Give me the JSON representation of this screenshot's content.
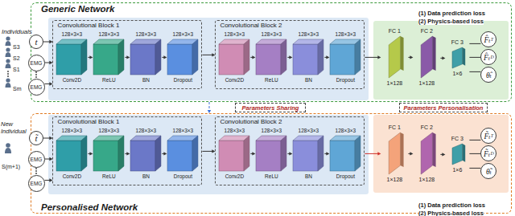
{
  "diagram": {
    "nodes": [
      {
        "text": [
          "Generic Network"
        ]
      },
      {
        "text": [
          "t"
        ]
      },
      {
        "text": [
          "EMG"
        ]
      },
      {
        "text": [
          "EMG"
        ]
      },
      {
        "text": [
          "Convolutional Block 1"
        ],
        "in": 0
      },
      {
        "text": [
          "128×3×3",
          "Conv2D"
        ],
        "in": 4
      },
      {
        "text": [
          "128×3×3",
          "ReLU"
        ],
        "in": 4
      },
      {
        "text": [
          "128×3×3",
          "BN"
        ],
        "in": 4
      },
      {
        "text": [
          "128×3×3",
          "Dropout"
        ],
        "in": 4
      },
      {
        "text": [
          "Convolutional Block 2"
        ],
        "in": 0
      },
      {
        "text": [
          "128×3×3",
          "Conv2D"
        ],
        "in": 9
      },
      {
        "text": [
          "128×3×3",
          "ReLU"
        ],
        "in": 9
      },
      {
        "text": [
          "128×3×3",
          "BN"
        ],
        "in": 9
      },
      {
        "text": [
          "128×3×3",
          "Dropout"
        ],
        "in": 9
      },
      {
        "text": [
          "FC 1",
          "1×128"
        ],
        "in": 0
      },
      {
        "text": [
          "FC 2",
          "1×128"
        ],
        "in": 0
      },
      {
        "text": [
          "FC 3",
          "1×6"
        ],
        "in": 0
      },
      {
        "text": [
          "F̂ₜᵀ"
        ],
        "in": 0
      },
      {
        "text": [
          "F̂ₜᴰ"
        ],
        "in": 0
      },
      {
        "text": [
          "θ̂ₜ"
        ],
        "in": 0
      },
      {
        "text": [
          "Parameters Sharing"
        ]
      },
      {
        "text": [
          "Parameters Personalisation"
        ]
      },
      {
        "text": [
          "Personalised Network"
        ]
      },
      {
        "text": [
          "t̃"
        ]
      },
      {
        "text": [
          "EMG"
        ]
      },
      {
        "text": [
          "EMG"
        ]
      },
      {
        "text": [
          "Convolutional Block 1"
        ],
        "in": 22
      },
      {
        "text": [
          "128×3×3",
          "Conv2D"
        ],
        "in": 26
      },
      {
        "text": [
          "128×3×3",
          "ReLU"
        ],
        "in": 26
      },
      {
        "text": [
          "128×3×3",
          "BN"
        ],
        "in": 26
      },
      {
        "text": [
          "128×3×3",
          "Dropout"
        ],
        "in": 26
      },
      {
        "text": [
          "Convolutional Block 2"
        ],
        "in": 22
      },
      {
        "text": [
          "128×3×3",
          "Conv2D"
        ],
        "in": 31
      },
      {
        "text": [
          "128×3×3",
          "ReLU"
        ],
        "in": 31
      },
      {
        "text": [
          "128×3×3",
          "BN"
        ],
        "in": 31
      },
      {
        "text": [
          "128×3×3",
          "Dropout"
        ],
        "in": 31
      },
      {
        "text": [
          "FC 1",
          "1×128"
        ],
        "in": 22
      },
      {
        "text": [
          "FC 2",
          "1×128"
        ],
        "in": 22
      },
      {
        "text": [
          "FC 3",
          "1×6"
        ],
        "in": 22
      },
      {
        "text": [
          "F̃ₜᵀ"
        ],
        "in": 22
      },
      {
        "text": [
          "F̃ₜᴰ"
        ],
        "in": 22
      },
      {
        "text": [
          "θ̃ₜ"
        ],
        "in": 22
      }
    ],
    "edges": [
      {
        "from": 1,
        "to": 4,
        "arrow": "to"
      },
      {
        "from": 2,
        "to": 4,
        "arrow": "to"
      },
      {
        "from": 3,
        "to": 4,
        "arrow": "to"
      },
      {
        "from": 5,
        "to": 6,
        "arrow": "to"
      },
      {
        "from": 6,
        "to": 7,
        "arrow": "to"
      },
      {
        "from": 7,
        "to": 8,
        "arrow": "to"
      },
      {
        "from": 4,
        "to": 9,
        "arrow": "to"
      },
      {
        "from": 10,
        "to": 11,
        "arrow": "to"
      },
      {
        "from": 11,
        "to": 12,
        "arrow": "to"
      },
      {
        "from": 12,
        "to": 13,
        "arrow": "to"
      },
      {
        "from": 9,
        "to": 14,
        "arrow": "to"
      },
      {
        "from": 14,
        "to": 15,
        "arrow": "to"
      },
      {
        "from": 15,
        "to": 16,
        "arrow": "to"
      },
      {
        "from": 16,
        "to": 17,
        "arrow": "none"
      },
      {
        "from": 16,
        "to": 18,
        "arrow": "none"
      },
      {
        "from": 16,
        "to": 19,
        "arrow": "none"
      },
      {
        "from": 0,
        "to": 22,
        "arrow": "to"
      },
      {
        "from": 23,
        "to": 26,
        "arrow": "to"
      },
      {
        "from": 24,
        "to": 26,
        "arrow": "to"
      },
      {
        "from": 25,
        "to": 26,
        "arrow": "to"
      },
      {
        "from": 27,
        "to": 28,
        "arrow": "to"
      },
      {
        "from": 28,
        "to": 29,
        "arrow": "to"
      },
      {
        "from": 29,
        "to": 30,
        "arrow": "to"
      },
      {
        "from": 26,
        "to": 31,
        "arrow": "to"
      },
      {
        "from": 32,
        "to": 33,
        "arrow": "to"
      },
      {
        "from": 33,
        "to": 34,
        "arrow": "to"
      },
      {
        "from": 34,
        "to": 35,
        "arrow": "to"
      },
      {
        "from": 31,
        "to": 36,
        "arrow": "to"
      },
      {
        "from": 36,
        "to": 37,
        "arrow": "to"
      },
      {
        "from": 37,
        "to": 38,
        "arrow": "to"
      },
      {
        "from": 38,
        "to": 39,
        "arrow": "none"
      },
      {
        "from": 38,
        "to": 40,
        "arrow": "none"
      },
      {
        "from": 38,
        "to": 41,
        "arrow": "none"
      }
    ],
    "labels": [
      "Individuals",
      "S3",
      "S2",
      "S1",
      "Sm",
      "(1) Data prediction loss",
      "(2) Physics-based loss",
      "New Individual",
      "S(m+1)",
      "(1) Data prediction loss",
      "(2) Physics-based loss"
    ]
  }
}
